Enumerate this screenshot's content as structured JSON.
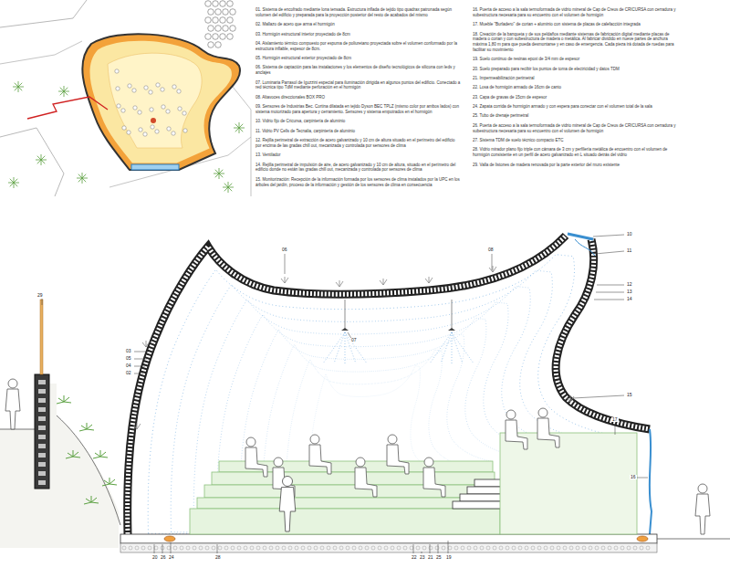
{
  "diagram": {
    "labels": [
      "01. Sistema de encofrado mediante lona tensada. Estructura inflada de tejido tipo quadrax patronada según volumen del edificio y preparada para la proyección posterior del resto de acabados del mismo",
      "02. Mallazo de acero que arma el hormigón",
      "03. Hormigón estructural interior proyectado de 8cm",
      "04. Aislamiento térmico compuesto por espuma de poliuretano proyectada sobre el volumen conformado por la estructura inflable, espesor de 8cm.",
      "05. Hormigón estructural exterior proyectado de 8cm",
      "06. Sistema de captación para las instalaciones y los elementos de diseño tecnológicos de silicona con leds y anclajes",
      "07. Luminaria Parrasol de Iguzzini especial para iluminación dirigida en algunos puntos del edificio. Conectado a red técnica tipo TdM mediante perforación en el hormigón",
      "08. Altavoces direccionales BOX PRO",
      "09. Sensores de Industrias Bec. Cortina dilatada en tejido Dyson BEC TPLZ (mismo color por ambos lados) con sistema motorizado para apertura y cerramiento. Sensores y sistema empotrados en el hormigón",
      "10. Vidrio fijo de Cricursa, carpintería de aluminio",
      "11. Vidrio PV Cells de Tecnalia, carpintería de aluminio",
      "12. Rejilla perimetral de extracción de acero galvanizado y 10 cm de altura situado en el perímetro del edificio por encima de las gradas chill out, mecanizada y controlada por sensores de clima",
      "13. Ventilador",
      "14. Rejilla perimetral de impulsión de aire, de acero galvanizado y 10 cm de altura, situado en el perímetro del edificio donde no están las gradas chill out, mecanizada y controlada por sensores de clima",
      "15. Monitorización: Recepción de la información formada por los sensores de clima instalados por la UPC en los árboles del jardín, proceso de la información y gestión de los sensores de clima en consecuencia",
      "16. Puerta de acceso a la sala termoformada de vidrio mineral de Cap de Creus de CRICURSA con cerradura y subestructura necesaria para su encuentro con el volumen de hormigón",
      "17. Mueble \"Burladero\" de corian + aluminio con sistema de placas de calefacción integrada",
      "18. Creación de la banqueta y de sus peldaños mediante sistemas de fabricación digital mediante placas de madera o corian y con subestructura de madera o metálica. Al fabricar dividido en nueve partes de anchura máxima 1,80 m para que pueda desmontarse y en caso de emergencia. Cada pieza irá dotada de ruedas para facilitar su movimiento",
      "19. Suelo continuo de resinas epoxi de 3/4 mm de espesor",
      "20. Suelo preparado para recibir los puntos de toma de electricidad y datos TDM",
      "21. Impermeabilización perimetral",
      "22. Losa de hormigón armado de 16cm de canto",
      "23. Capa de gravas de 15cm de espesor",
      "24. Zapata corrida de hormigón armado y con espera para conectar con el volumen total de la sala",
      "25. Tubo de drenaje perimetral",
      "26. Puerta de acceso a la sala termoformada de vidrio mineral de Cap de Creus de CRICURSA con cerradura y subestructura necesaria para su encuentro con el volumen de hormigón",
      "27. Sistema TDM de suelo técnico compacto ETC",
      "28. Vidrio mirador plano fijo triple con cámara de 3 cm y perfilería metálica de encuentro con el volumen de hormigón consistente en un perfil de acero galvanizado en L situado detrás del vidrio",
      "29. Valla de listones de madera renovada por la parte exterior del muro existente",
      "29",
      "03",
      "05",
      "04",
      "02",
      "06",
      "08",
      "07",
      "10",
      "11",
      "12",
      "13",
      "14",
      "15",
      "17",
      "16",
      "20",
      "26",
      "24",
      "28",
      "22",
      "23",
      "21",
      "25",
      "19"
    ]
  }
}
